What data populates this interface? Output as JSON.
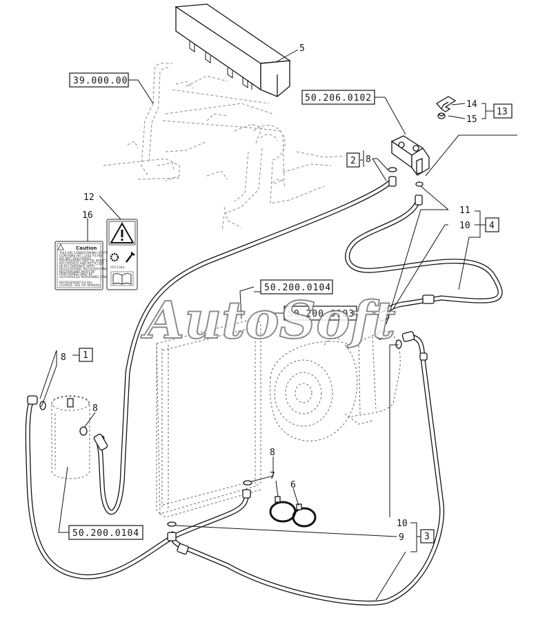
{
  "refs": {
    "r39000": "39.000.00",
    "r50206": "50.206.0102",
    "r50200a": "50.200.0104",
    "r50200b": "50.200.0103",
    "r50200c": "50.200.0104"
  },
  "numbers": {
    "n1": "1",
    "n2": "2",
    "n3": "3",
    "n4": "4",
    "n5": "5",
    "n6": "6",
    "n7": "7",
    "n8a": "8",
    "n8b": "8",
    "n8c": "8",
    "n8d": "8",
    "n9": "9",
    "n10a": "10",
    "n10b": "10",
    "n11": "11",
    "n12": "12",
    "n13": "13",
    "n14": "14",
    "n15": "15",
    "n16": "16"
  },
  "decal_caution": {
    "title": "Caution",
    "lines": [
      "THIS AIR CONDITIONING SYSTEM",
      "CONTAINS HFC 134a R134a",
      "DO NOT DISCHARGE.",
      "REFRIGERANT AND OIL MUST BE",
      "RECOVERED AND RECYCLED.",
      "IN ACCORDANCE WITH",
      "REGULATIONS. RECOVERY AND",
      "RECHARGING MUST BE",
      "PERFORMED ONLY BY",
      "AUTHORIZED PERSONNEL ONLY.",
      "",
      "REFRIGERANT R134a",
      "CHARGE: SEE OP. MANUAL"
    ]
  },
  "decal_warning": {
    "code": "HFC134a"
  },
  "watermark": "AutoSoft"
}
